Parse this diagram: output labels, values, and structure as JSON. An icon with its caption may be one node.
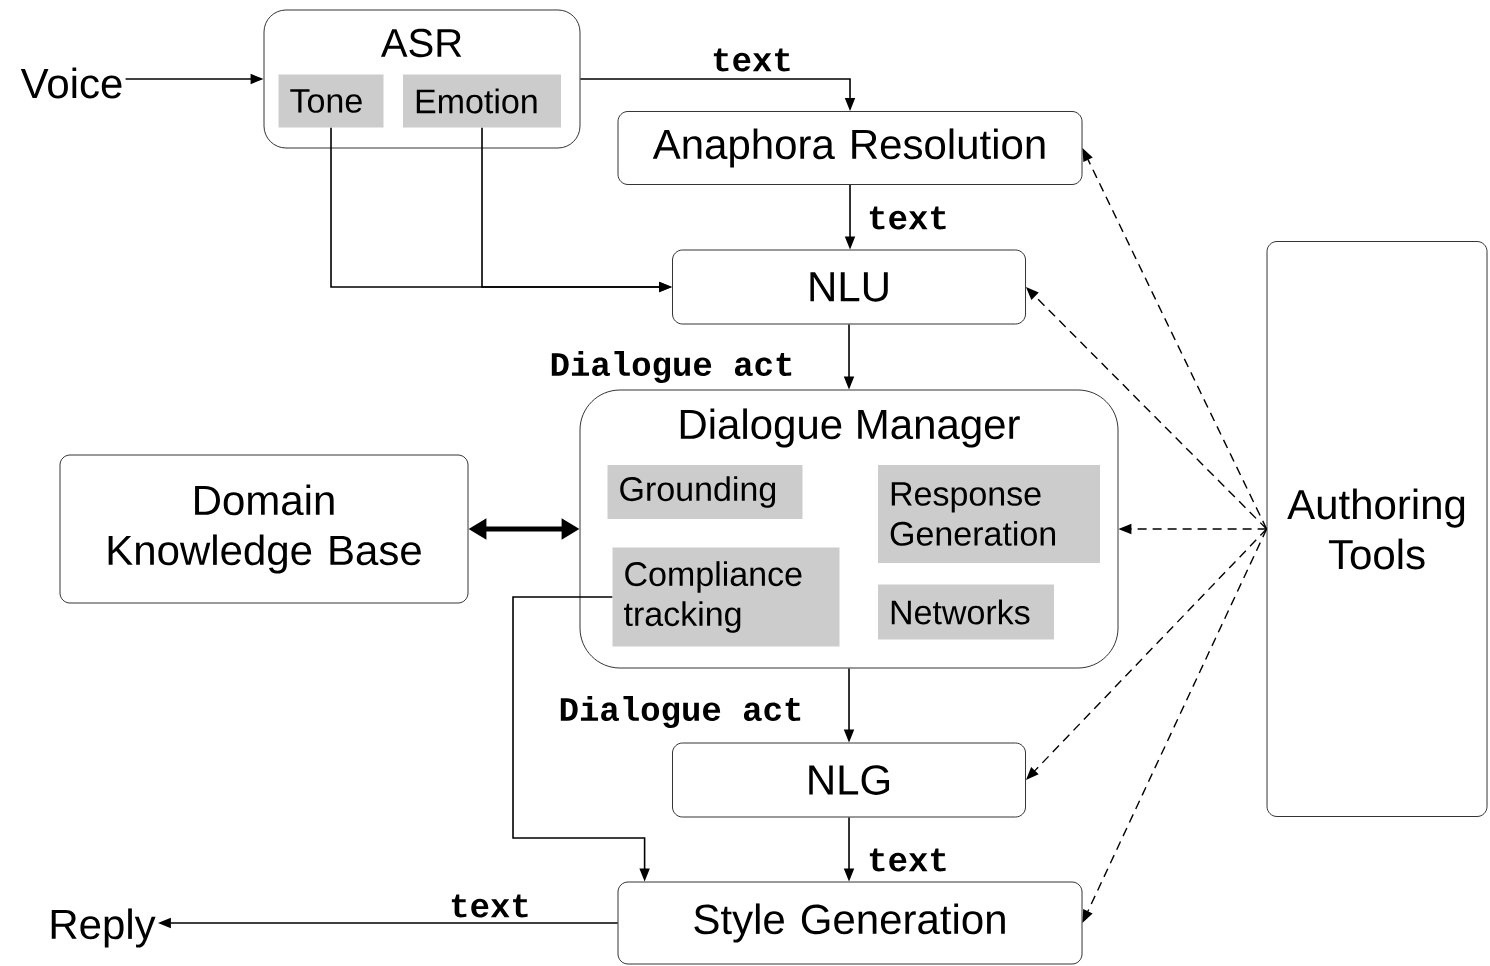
{
  "diagram": {
    "nodes": [
      {
        "text": [
          "Voice"
        ]
      },
      {
        "text": [
          "ASR"
        ]
      },
      {
        "text": [
          "Tone"
        ],
        "in": 1
      },
      {
        "text": [
          "Emotion"
        ],
        "in": 1
      },
      {
        "text": [
          "Anaphora Resolution"
        ]
      },
      {
        "text": [
          "NLU"
        ]
      },
      {
        "text": [
          "Dialogue Manager"
        ]
      },
      {
        "text": [
          "Grounding"
        ],
        "in": 6
      },
      {
        "text": [
          "Response Generation"
        ],
        "in": 6
      },
      {
        "text": [
          "Compliance tracking"
        ],
        "in": 6
      },
      {
        "text": [
          "Networks"
        ],
        "in": 6
      },
      {
        "text": [
          "Domain Knowledge Base"
        ]
      },
      {
        "text": [
          "NLG"
        ]
      },
      {
        "text": [
          "Style Generation"
        ]
      },
      {
        "text": [
          "Reply"
        ]
      },
      {
        "text": [
          "Authoring Tools"
        ]
      }
    ],
    "edges": [
      {
        "from": 0,
        "to": 1,
        "arrow": "to"
      },
      {
        "from": 1,
        "to": 4,
        "arrow": "to",
        "label": "text"
      },
      {
        "from": 4,
        "to": 5,
        "arrow": "to",
        "label": "text"
      },
      {
        "from": 2,
        "to": 5,
        "arrow": "to"
      },
      {
        "from": 3,
        "to": 5,
        "arrow": "to"
      },
      {
        "from": 5,
        "to": 6,
        "arrow": "to",
        "label": "Dialogue act"
      },
      {
        "from": 11,
        "to": 6,
        "arrow": "both",
        "style": "thick"
      },
      {
        "from": 6,
        "to": 12,
        "arrow": "to",
        "label": "Dialogue act"
      },
      {
        "from": 12,
        "to": 13,
        "arrow": "to",
        "label": "text"
      },
      {
        "from": 9,
        "to": 13,
        "arrow": "to"
      },
      {
        "from": 13,
        "to": 14,
        "arrow": "to",
        "label": "text"
      },
      {
        "from": 15,
        "to": 4,
        "arrow": "to",
        "style": "dashed"
      },
      {
        "from": 15,
        "to": 5,
        "arrow": "to",
        "style": "dashed"
      },
      {
        "from": 15,
        "to": 6,
        "arrow": "to",
        "style": "dashed"
      },
      {
        "from": 15,
        "to": 12,
        "arrow": "to",
        "style": "dashed"
      },
      {
        "from": 15,
        "to": 13,
        "arrow": "to",
        "style": "dashed"
      }
    ]
  }
}
